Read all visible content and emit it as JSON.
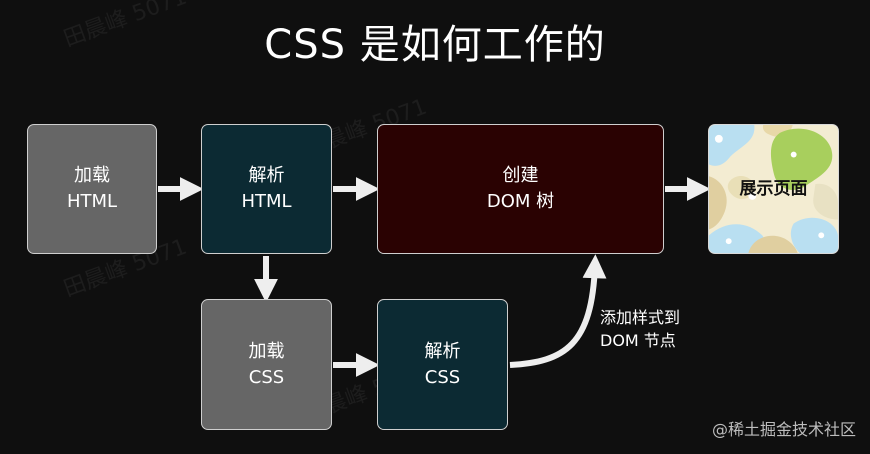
{
  "title": "CSS 是如何工作的",
  "boxes": {
    "load_html": {
      "line1": "加载",
      "line2": "HTML"
    },
    "parse_html": {
      "line1": "解析",
      "line2": "HTML"
    },
    "build_dom": {
      "line1": "创建",
      "line2": "DOM 树"
    },
    "render_page": {
      "label": "展示页面"
    },
    "load_css": {
      "line1": "加载",
      "line2": "CSS"
    },
    "parse_css": {
      "line1": "解析",
      "line2": "CSS"
    }
  },
  "side_note": {
    "line1": "添加样式到",
    "line2": "DOM 节点"
  },
  "watermark": {
    "corner": "@稀土掘金技术社区",
    "faint": "田晨峰 5071"
  },
  "colors": {
    "background": "#0f0f0f",
    "gray_box": "#666666",
    "teal_box": "#0c2a33",
    "dark_red_box": "#2a0202",
    "arrow": "#eeeeee"
  }
}
